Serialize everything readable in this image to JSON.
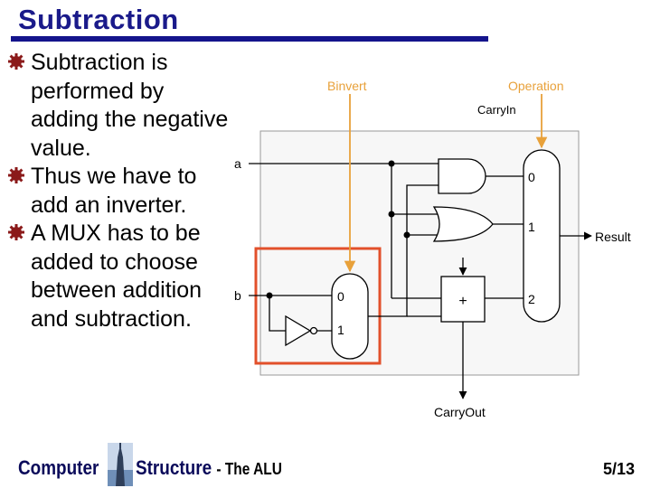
{
  "slide": {
    "title": "Subtraction",
    "bullets": [
      "Subtraction is performed by adding the negative value.",
      "Thus we have to add an inverter.",
      "A MUX has to be added to choose between addition and subtraction."
    ],
    "colors": {
      "title": "#1a1a8a",
      "bullet": "#8b1a1a",
      "highlight": "#e2502b",
      "control": "#e8a13a"
    }
  },
  "diagram": {
    "labels": {
      "binvert": "Binvert",
      "operation": "Operation",
      "carry_in": "CarryIn",
      "a": "a",
      "b": "b",
      "result": "Result",
      "carry_out": "CarryOut",
      "adder": "+",
      "mux_in_0": "0",
      "mux_in_1": "1",
      "out_mux_0": "0",
      "out_mux_1": "1",
      "out_mux_2": "2"
    }
  },
  "footer": {
    "course_left": "Computer",
    "course_right": "Structure",
    "subtitle": "- The ALU",
    "page": "5/13"
  }
}
